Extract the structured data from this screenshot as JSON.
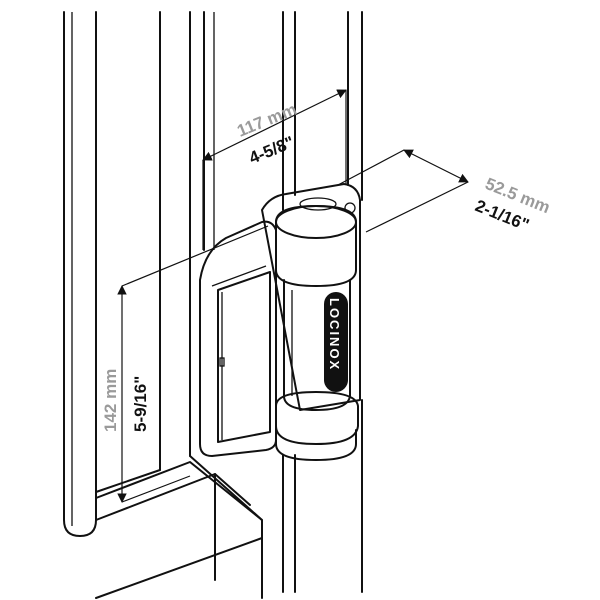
{
  "colors": {
    "dim_metric": "#9a9a9a",
    "dim_imperial": "#111111",
    "line": "#111111",
    "background": "#ffffff"
  },
  "dimensions": {
    "width": {
      "metric": "117 mm",
      "imperial": "4-5/8\""
    },
    "depth": {
      "metric": "52.5 mm",
      "imperial": "2-1/16\""
    },
    "height": {
      "metric": "142 mm",
      "imperial": "5-9/16\""
    }
  },
  "brand_label": "LOCINOX"
}
